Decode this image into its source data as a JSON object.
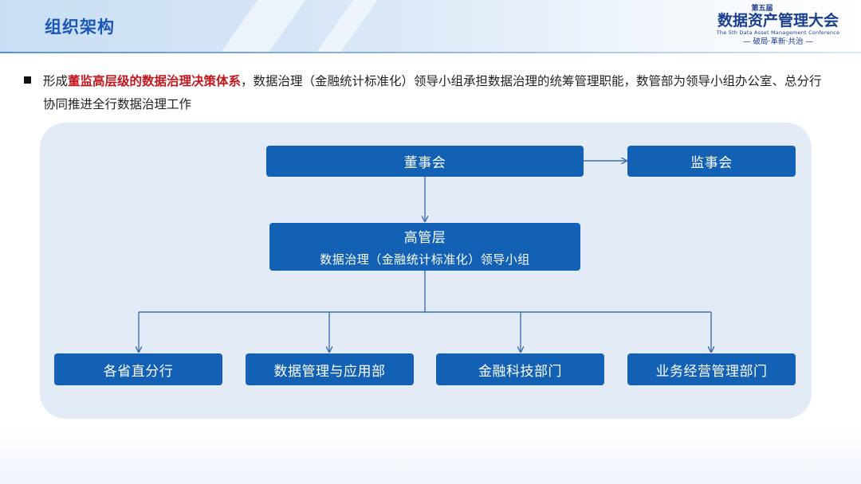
{
  "header": {
    "title": "组织架构",
    "logo": {
      "edition": "第五届",
      "name": "数据资产管理大会",
      "subtitle": "The 5th Data Asset Management Conference",
      "slogan": "— 破局·革新·共治 —"
    }
  },
  "bullet": {
    "prefix": "形成",
    "highlight": "董监高层级的数据治理决策体系",
    "rest": "，数据治理（金融统计标准化）领导小组承担数据治理的统筹管理职能，数管部为领导小组办公室、总分行协同推进全行数据治理工作"
  },
  "diagram": {
    "board": "董事会",
    "supervisors": "监事会",
    "management": {
      "line1": "高管层",
      "line2": "数据治理（金融统计标准化）领导小组"
    },
    "departments": [
      "各省直分行",
      "数据管理与应用部",
      "金融科技部门",
      "业务经营管理部门"
    ]
  },
  "colors": {
    "accent": "#1261b4",
    "highlight": "#c4161c",
    "title": "#1a56b8",
    "panel": "#e3ecf6"
  }
}
